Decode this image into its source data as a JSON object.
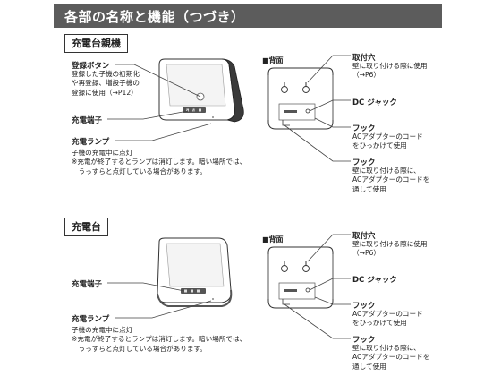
{
  "header": {
    "title": "各部の名称と機能（つづき）"
  },
  "section1": {
    "tag": "充電台親機",
    "register_button": {
      "label": "登録ボタン",
      "desc": [
        "登録した子機の初期化",
        "や再登録、増設子機の",
        "登録に使用（→P12）"
      ]
    },
    "charge_terminal": "充電端子",
    "charge_lamp": {
      "label": "充電ランプ",
      "desc": [
        "子機の充電中に点灯",
        "※充電が終了するとランプは消灯します。暗い場所では、",
        "　うっすらと点灯している場合があります。"
      ]
    },
    "brand": "iSUN",
    "back_label": "■背面",
    "mount_hole": {
      "label": "取付穴",
      "desc": [
        "壁に取り付ける際に使用",
        "（→P6）"
      ]
    },
    "dc_jack": "DC ジャック",
    "hook1": {
      "label": "フック",
      "desc": [
        "ACアダプターのコード",
        "をひっかけて使用"
      ]
    },
    "hook2": {
      "label": "フック",
      "desc": [
        "壁に取り付ける際に、",
        "ACアダプターのコードを",
        "通して使用"
      ]
    }
  },
  "section2": {
    "tag": "充電台",
    "charge_terminal": "充電端子",
    "charge_lamp": {
      "label": "充電ランプ",
      "desc": [
        "子機の充電中に点灯",
        "※充電が終了するとランプは消灯します。暗い場所では、",
        "　うっすらと点灯している場合があります。"
      ]
    },
    "back_label": "■背面",
    "mount_hole": {
      "label": "取付穴",
      "desc": [
        "壁に取り付ける際に使用",
        "（→P6）"
      ]
    },
    "dc_jack": "DC ジャック",
    "hook1": {
      "label": "フック",
      "desc": [
        "ACアダプターのコード",
        "をひっかけて使用"
      ]
    },
    "hook2": {
      "label": "フック",
      "desc": [
        "壁に取り付ける際に、",
        "ACアダプターのコードを",
        "通して使用"
      ]
    }
  }
}
